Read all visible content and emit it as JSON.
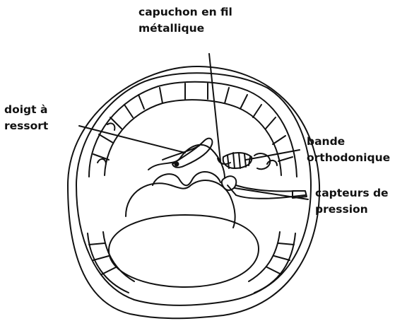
{
  "labels": {
    "wire_cap": [
      "capuchon en fil",
      "métallique"
    ],
    "spring_finger": [
      "doigt à",
      "ressort"
    ],
    "ortho_band": [
      "bande",
      "orthodonique"
    ],
    "pressure_sensors": [
      "capteurs de",
      "pression"
    ]
  },
  "colors": {
    "ink": "#111111",
    "background": "#ffffff"
  }
}
